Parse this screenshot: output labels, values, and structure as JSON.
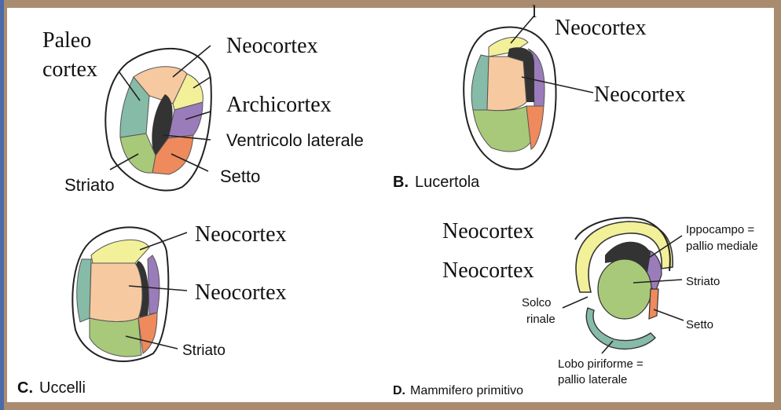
{
  "colors": {
    "neocortex": "#f6c9a0",
    "archicortex": "#9b7cbb",
    "paleocortex": "#86bba8",
    "striato": "#a9c97a",
    "setto": "#ee8a5c",
    "ventricolo": "#333333",
    "yellow": "#f3f09a"
  },
  "panel_a": {
    "paleo_line1": "Paleo",
    "paleo_line2": "cortex",
    "neocortex": "Neocortex",
    "archicortex": "Archicortex",
    "ventricolo": "Ventricolo laterale",
    "setto": "Setto",
    "striato": "Striato"
  },
  "panel_b": {
    "neocortex_top": "Neocortex",
    "neocortex_mid": "Neocortex",
    "caption_letter": "B.",
    "caption_text": "Lucertola"
  },
  "panel_c": {
    "neocortex_top": "Neocortex",
    "neocortex_mid": "Neocortex",
    "striato": "Striato",
    "caption_letter": "C.",
    "caption_text": "Uccelli"
  },
  "panel_d": {
    "neocortex_top": "Neocortex",
    "neocortex_mid": "Neocortex",
    "ippocampo_line1": "Ippocampo =",
    "ippocampo_line2": "pallio mediale",
    "striato": "Striato",
    "solco_line1": "Solco",
    "solco_line2": "rinale",
    "setto": "Setto",
    "lobo_line1": "Lobo piriforme =",
    "lobo_line2": "pallio laterale",
    "caption_letter": "D.",
    "caption_text": "Mammifero primitivo"
  }
}
